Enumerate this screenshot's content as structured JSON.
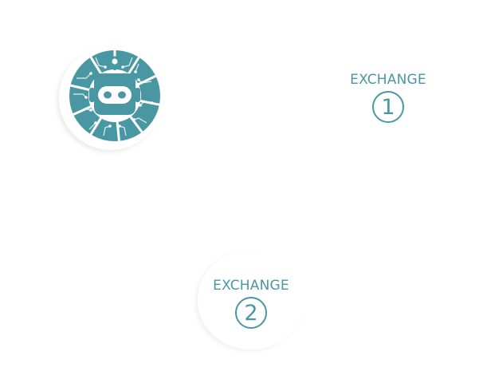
{
  "colors": {
    "accent": "#4a97a4",
    "background": "#ffffff"
  },
  "nodes": {
    "robot": {
      "icon": "robot-circuit-icon"
    },
    "exchange1": {
      "label": "EXCHANGE",
      "number": "1"
    },
    "exchange2": {
      "label": "EXCHANGE",
      "number": "2"
    }
  }
}
